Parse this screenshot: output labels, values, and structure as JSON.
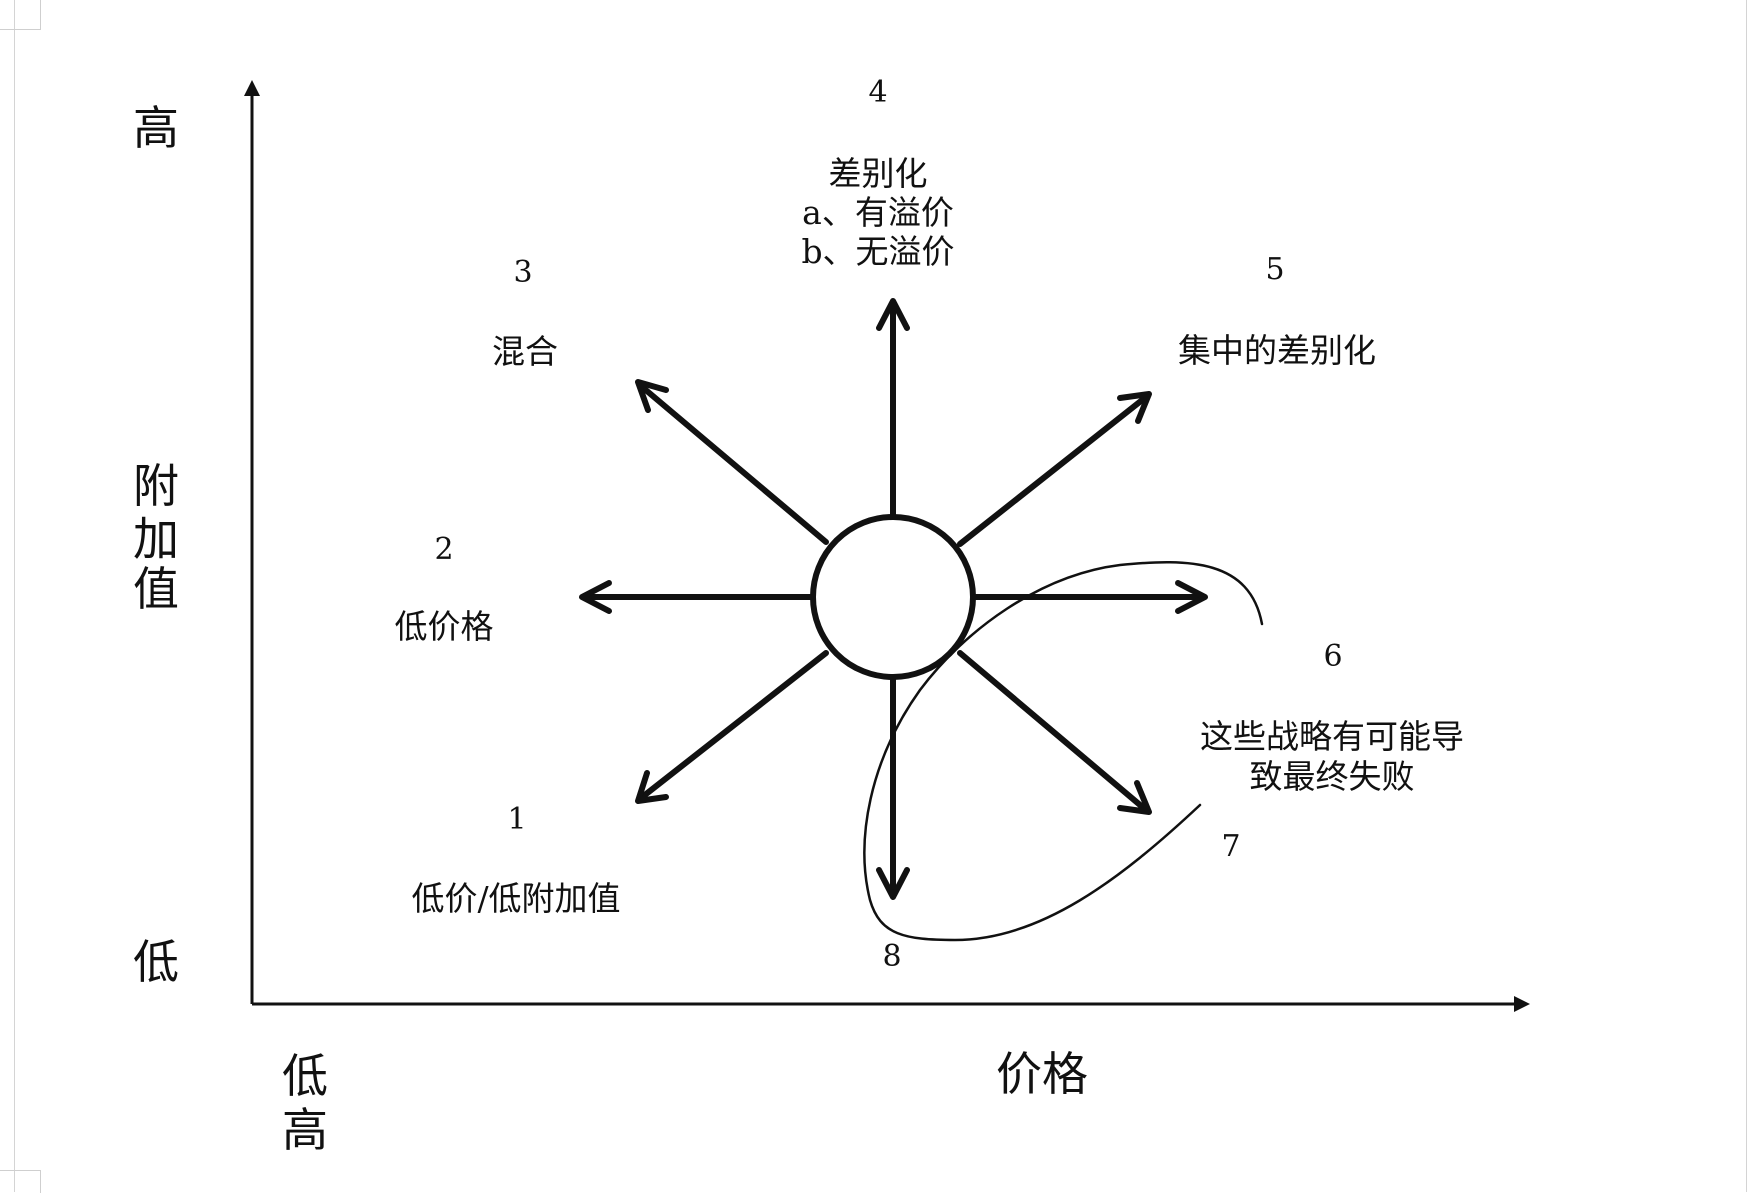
{
  "axes": {
    "y_high": "高",
    "y_title_chars": [
      "附",
      "加",
      "值"
    ],
    "y_low": "低",
    "x_low_high": [
      "低",
      "高"
    ],
    "x_title": "价格"
  },
  "strategies": [
    {
      "number": "1",
      "lines": [
        "低价/低附加值"
      ]
    },
    {
      "number": "2",
      "lines": [
        "低价格"
      ]
    },
    {
      "number": "3",
      "lines": [
        "混合"
      ]
    },
    {
      "number": "4",
      "lines": [
        "差别化",
        "a、有溢价",
        "b、无溢价"
      ]
    },
    {
      "number": "5",
      "lines": [
        "集中的差别化"
      ]
    },
    {
      "number": "6",
      "lines": []
    },
    {
      "number": "7",
      "lines": []
    },
    {
      "number": "8",
      "lines": []
    }
  ],
  "failure_note": {
    "lines": [
      "这些战略有可能导",
      "致最终失败"
    ]
  }
}
